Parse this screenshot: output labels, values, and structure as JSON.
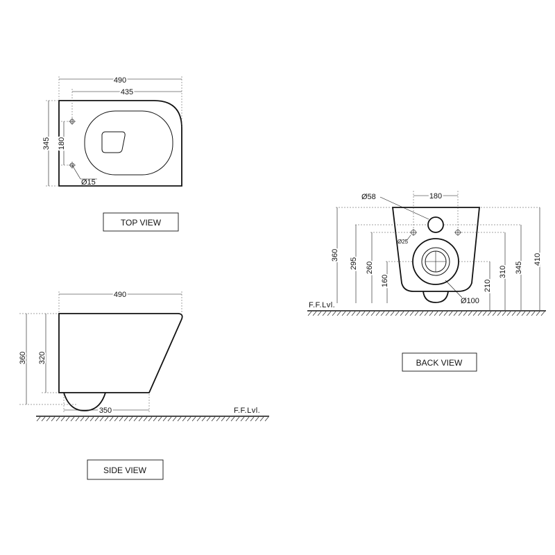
{
  "top_view": {
    "label": "TOP VIEW",
    "dim_width_overall": "490",
    "dim_width_bowl": "435",
    "dim_depth": "345",
    "dim_fixing_spacing": "180",
    "dim_fixing_hole": "Ø15"
  },
  "side_view": {
    "label": "SIDE VIEW",
    "dim_length": "490",
    "dim_height_total": "360",
    "dim_height_body": "320",
    "dim_base_length": "350",
    "floor_label": "F.F.Lvl."
  },
  "back_view": {
    "label": "BACK VIEW",
    "floor_label": "F.F.Lvl.",
    "dim_inlet": "Ø58",
    "dim_fixing": "Ø25",
    "dim_outlet": "Ø100",
    "dim_fixing_spacing": "180",
    "dims_left": [
      "360",
      "295",
      "260",
      "160"
    ],
    "dims_right": [
      "210",
      "310",
      "345",
      "410"
    ]
  }
}
